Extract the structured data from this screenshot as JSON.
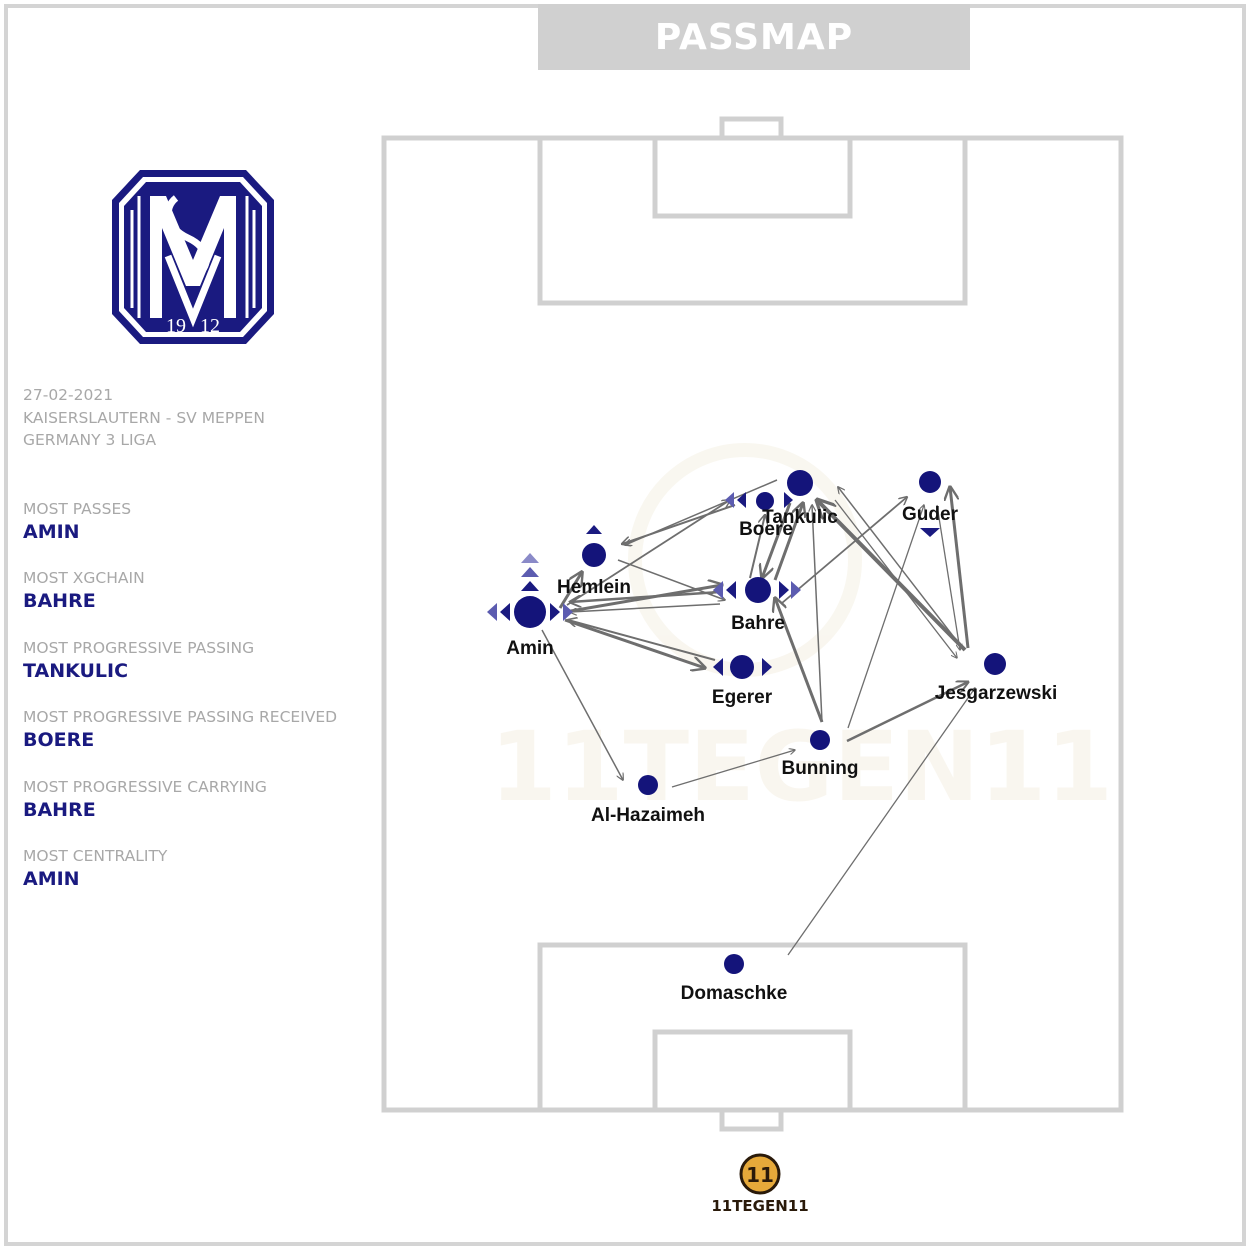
{
  "title": "PASSMAP",
  "match": {
    "date": "27-02-2021",
    "fixture": "KAISERSLAUTERN - SV MEPPEN",
    "league": "GERMANY 3 LIGA"
  },
  "crest": {
    "year_left": "19",
    "year_right": "12",
    "color": "#1a1a80"
  },
  "stats": [
    {
      "label": "MOST PASSES",
      "value": "AMIN"
    },
    {
      "label": "MOST XGCHAIN",
      "value": "BAHRE"
    },
    {
      "label": "MOST PROGRESSIVE PASSING",
      "value": "TANKULIC"
    },
    {
      "label": "MOST PROGRESSIVE PASSING RECEIVED",
      "value": "BOERE"
    },
    {
      "label": "MOST PROGRESSIVE CARRYING",
      "value": "BAHRE"
    },
    {
      "label": "MOST CENTRALITY",
      "value": "AMIN"
    }
  ],
  "players": [
    {
      "name": "Amin"
    },
    {
      "name": "Hemlein"
    },
    {
      "name": "Boere"
    },
    {
      "name": "Tankulic"
    },
    {
      "name": "Guder"
    },
    {
      "name": "Bahre"
    },
    {
      "name": "Egerer"
    },
    {
      "name": "Jesgarzewski"
    },
    {
      "name": "Bunning"
    },
    {
      "name": "Al-Hazaimeh"
    },
    {
      "name": "Domaschke"
    }
  ],
  "brand": {
    "text": "11TEGEN11",
    "logo_mark": "11"
  },
  "colors": {
    "node": "#14147a",
    "arrow": "#6e6e6e",
    "pitch_line": "#d0d0d0",
    "label_value": "#1a1a80"
  }
}
